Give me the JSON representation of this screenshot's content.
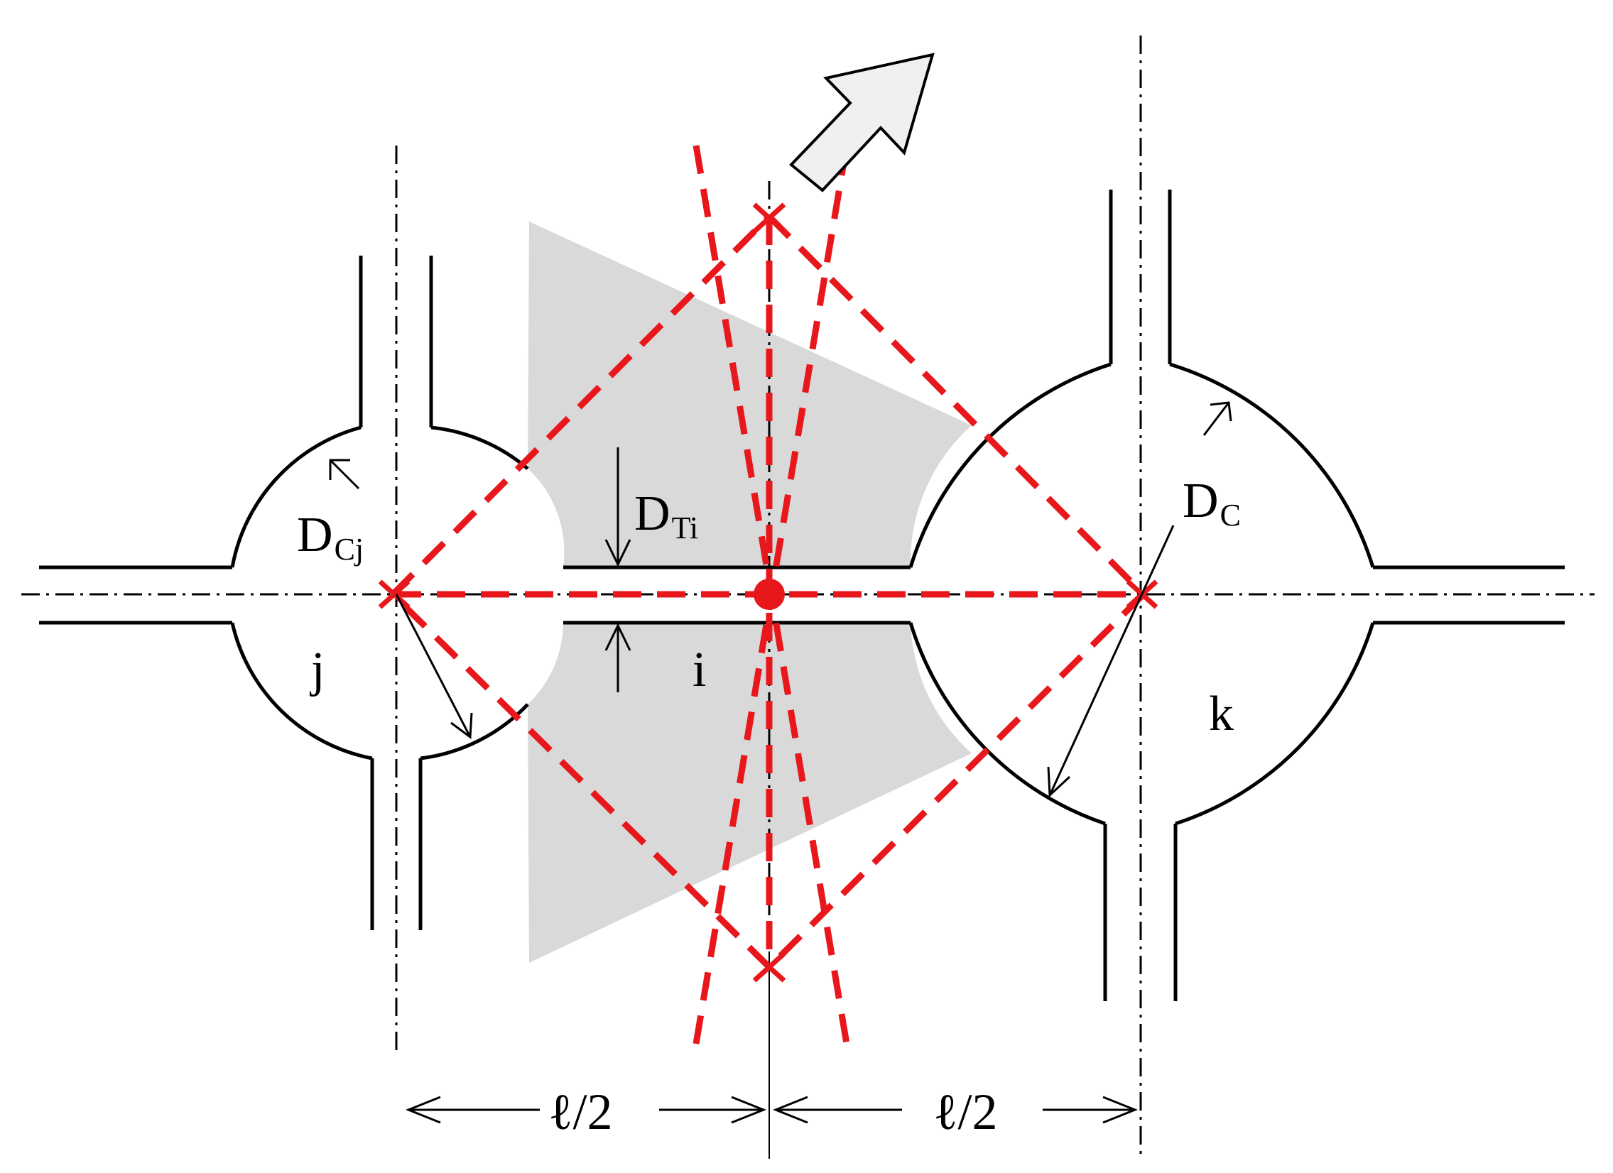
{
  "labels": {
    "d_cj_main": "D",
    "d_cj_sub": "Cj",
    "d_ti_main": "D",
    "d_ti_sub": "Ti",
    "d_c_main": "D",
    "d_c_sub": "C",
    "node_j": "j",
    "node_i": "i",
    "node_k": "k",
    "half_length_left": "ℓ/2",
    "half_length_right": "ℓ/2"
  },
  "colors": {
    "outline": "#000000",
    "influence_lines": "#e8171b",
    "shaded_area": "#d9d9d9",
    "arrow_fill": "#f0f0f0"
  }
}
